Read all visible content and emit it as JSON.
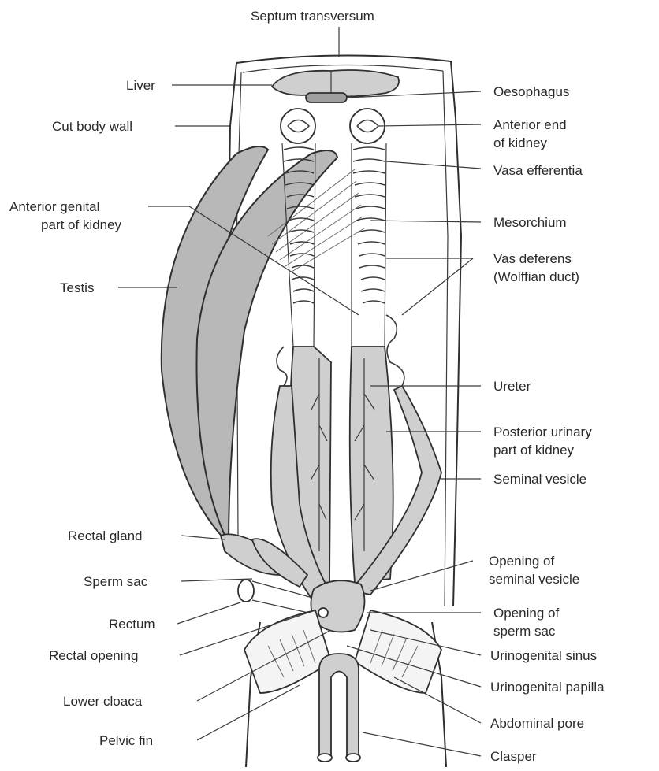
{
  "labels": {
    "septum_transversum": "Septum transversum",
    "liver": "Liver",
    "oesophagus": "Oesophagus",
    "cut_body_wall": "Cut body wall",
    "anterior_end_1": "Anterior end",
    "anterior_end_2": "of kidney",
    "vasa_efferentia": "Vasa efferentia",
    "anterior_genital_1": "Anterior genital",
    "anterior_genital_2": "part of kidney",
    "mesorchium": "Mesorchium",
    "testis": "Testis",
    "vas_deferens_1": "Vas deferens",
    "vas_deferens_2": "(Wolffian duct)",
    "ureter": "Ureter",
    "posterior_urinary_1": "Posterior urinary",
    "posterior_urinary_2": "part of kidney",
    "seminal_vesicle": "Seminal vesicle",
    "rectal_gland": "Rectal gland",
    "opening_seminal_1": "Opening of",
    "opening_seminal_2": "seminal vesicle",
    "sperm_sac": "Sperm sac",
    "rectum": "Rectum",
    "opening_sperm_1": "Opening of",
    "opening_sperm_2": "sperm sac",
    "rectal_opening": "Rectal opening",
    "urinogenital_sinus": "Urinogenital sinus",
    "urinogenital_papilla": "Urinogenital papilla",
    "lower_cloaca": "Lower cloaca",
    "abdominal_pore": "Abdominal pore",
    "pelvic_fin": "Pelvic fin",
    "clasper": "Clasper"
  }
}
